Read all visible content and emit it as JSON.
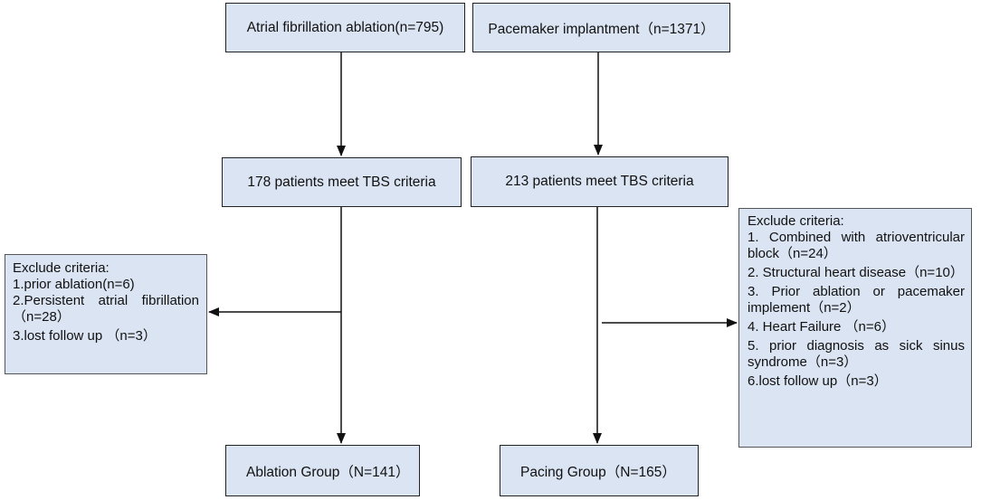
{
  "colors": {
    "box_fill": "#dbe4f2",
    "border": "#222222",
    "arrow": "#111111"
  },
  "boxes": {
    "af_ablation": "Atrial fibrillation ablation(n=795)",
    "pacemaker": "Pacemaker implantment（n=1371）",
    "tbs_left": "178 patients meet TBS criteria",
    "tbs_right": "213 patients meet TBS criteria",
    "ablation_group": "Ablation Group（N=141）",
    "pacing_group": "Pacing Group（N=165）"
  },
  "exclude_left": {
    "title": "Exclude criteria:",
    "items": [
      "1.prior ablation(n=6)",
      "2.Persistent atrial fibrillation（n=28）",
      "3.lost follow up （n=3）"
    ]
  },
  "exclude_right": {
    "title": "Exclude criteria:",
    "items": [
      "1. Combined with atrioventricular block（n=24）",
      "2. Structural heart disease（n=10）",
      "3. Prior ablation or pacemaker implement（n=2）",
      "4. Heart Failure （n=6）",
      "5. prior diagnosis as sick sinus syndrome（n=3）",
      "6.lost follow up（n=3）"
    ]
  }
}
